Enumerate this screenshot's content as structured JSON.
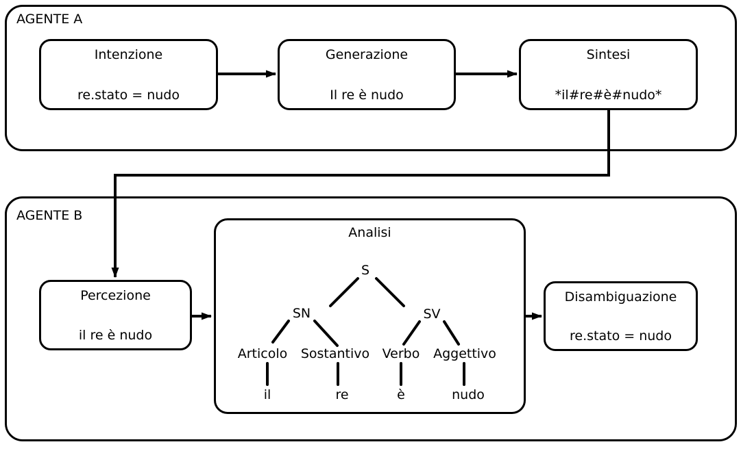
{
  "diagram": {
    "agent_a": {
      "label": "AGENTE A",
      "stages": [
        {
          "title": "Intenzione",
          "value": "re.stato = nudo"
        },
        {
          "title": "Generazione",
          "value": "Il re è nudo"
        },
        {
          "title": "Sintesi",
          "value": "*il#re#è#nudo*"
        }
      ]
    },
    "agent_b": {
      "label": "AGENTE B",
      "percezione": {
        "title": "Percezione",
        "value": "il re è nudo"
      },
      "analisi": {
        "title": "Analisi",
        "tree": {
          "root": "S",
          "noun_phrase": "SN",
          "verb_phrase": "SV",
          "categories": [
            "Articolo",
            "Sostantivo",
            "Verbo",
            "Aggettivo"
          ],
          "terminals": [
            "il",
            "re",
            "è",
            "nudo"
          ]
        }
      },
      "disambiguazione": {
        "title": "Disambiguazione",
        "value": "re.stato = nudo"
      }
    },
    "colors": {
      "line": "#000000",
      "background": "#ffffff",
      "text": "#000000"
    }
  }
}
